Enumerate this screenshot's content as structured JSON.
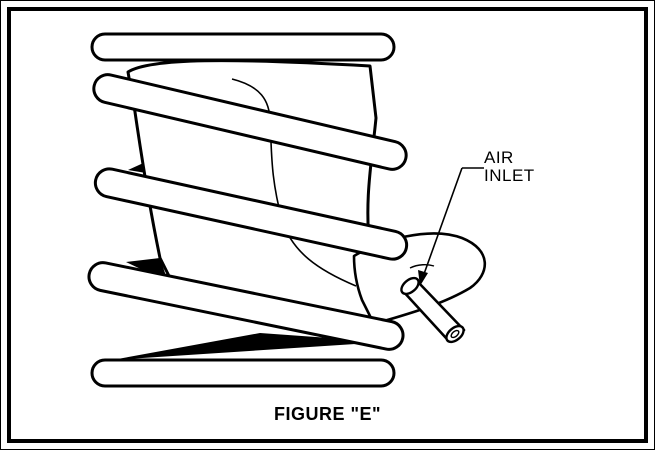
{
  "figure": {
    "caption": "FIGURE \"E\"",
    "callout": {
      "line1": "AIR",
      "line2": "INLET"
    }
  }
}
